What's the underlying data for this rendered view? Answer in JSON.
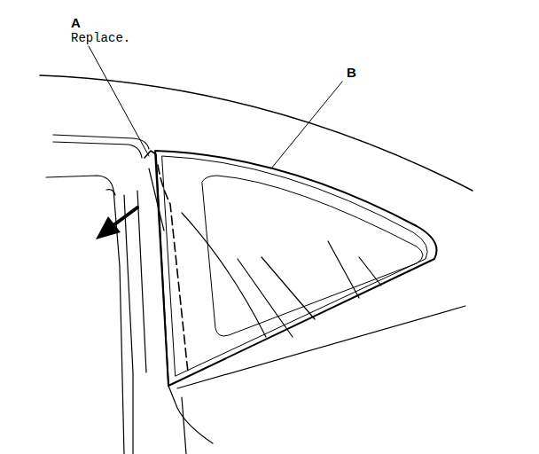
{
  "diagram": {
    "labels": [
      "A",
      "Replace.",
      "B"
    ]
  }
}
